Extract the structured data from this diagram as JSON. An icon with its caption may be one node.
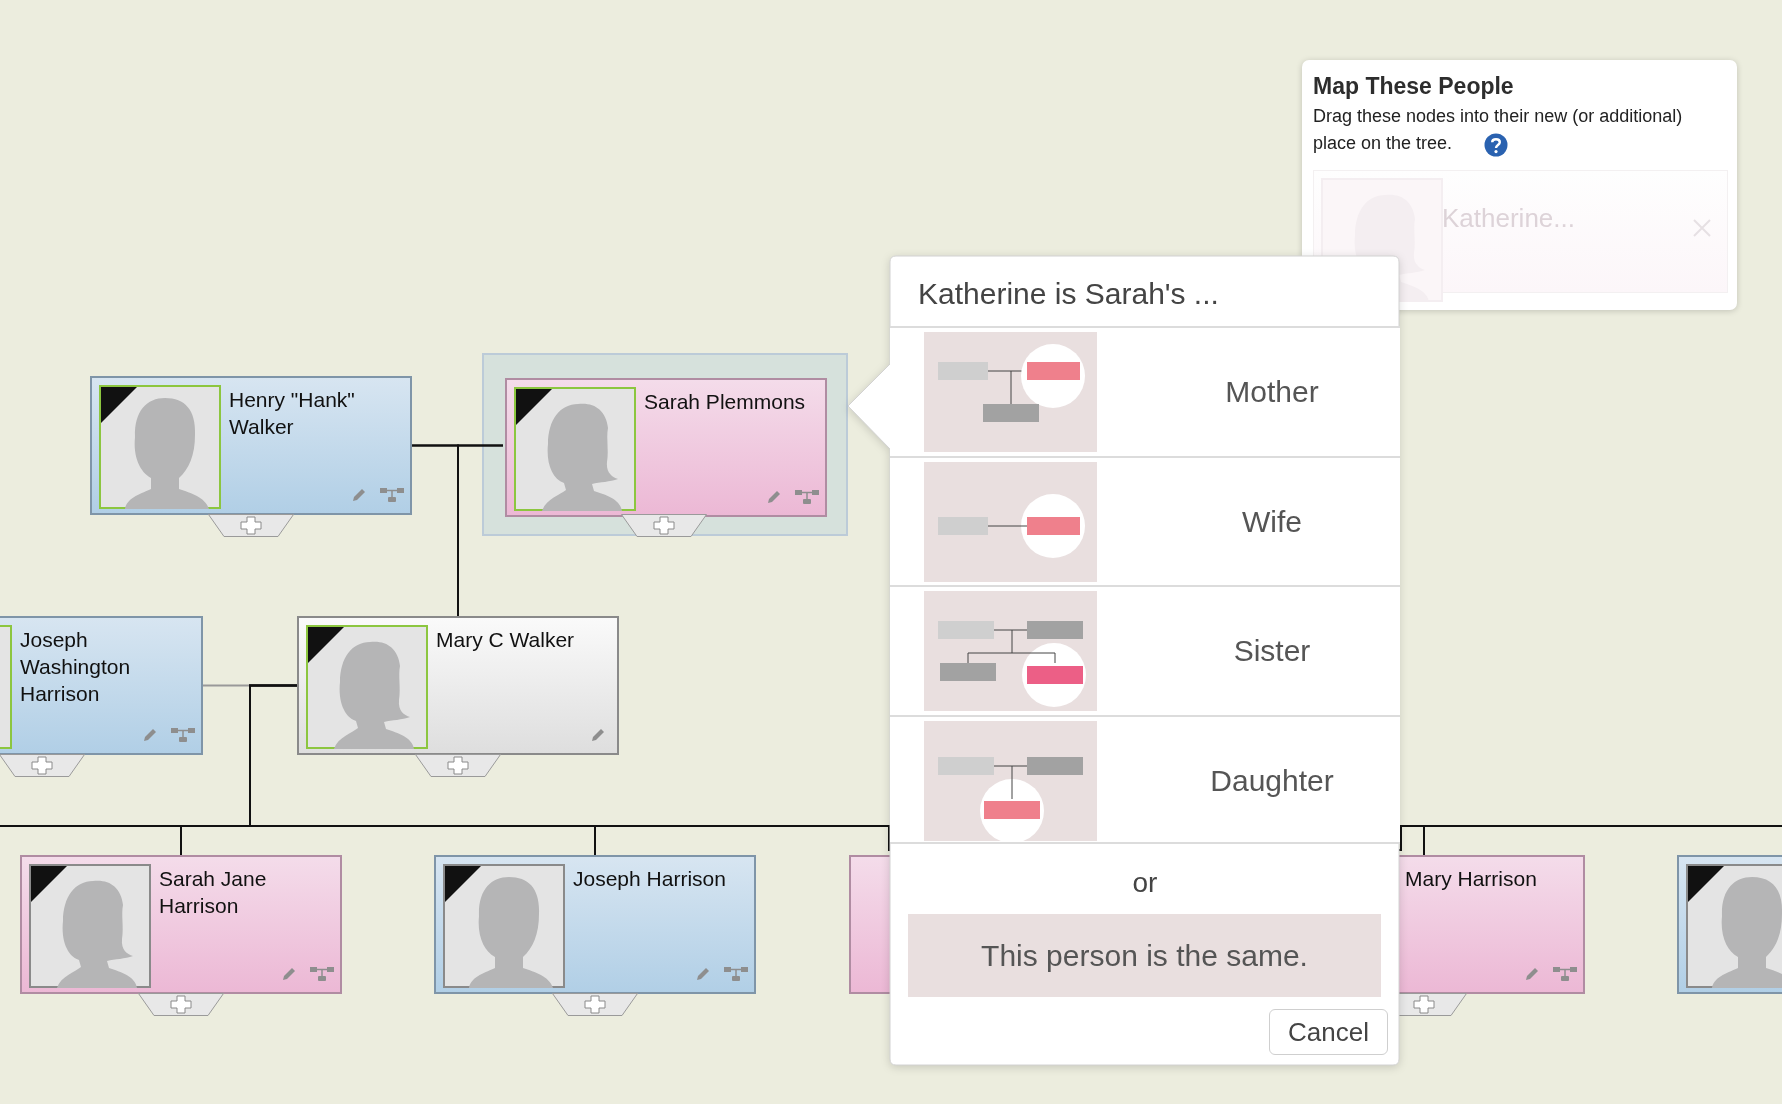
{
  "diagram": {
    "nodes": [
      {
        "text": [
          "Henry \"Hank\" Walker"
        ]
      },
      {
        "text": [],
        "shape": "box"
      },
      {
        "text": [
          "Sarah Plemmons"
        ],
        "in": 1
      },
      {
        "text": [
          "Joseph Washington Harrison"
        ]
      },
      {
        "text": [
          "Mary C Walker"
        ]
      },
      {
        "text": [
          "Sarah Jane Harrison"
        ]
      },
      {
        "text": [
          "Joseph Harrison"
        ]
      },
      {
        "text": [],
        "shape": "box"
      },
      {
        "text": [
          "Mary Harrison"
        ]
      },
      {
        "text": [],
        "shape": "box"
      },
      {
        "text": [
          "Map These People",
          "Drag these nodes into their new (or additional) place on the tree."
        ]
      },
      {
        "text": [
          "Katherine..."
        ],
        "in": 10
      },
      {
        "text": [
          "Katherine is Sarah's ...",
          "or"
        ]
      },
      {
        "text": [
          "Mother"
        ],
        "in": 12
      },
      {
        "text": [
          "Wife"
        ],
        "in": 12
      },
      {
        "text": [
          "Sister"
        ],
        "in": 12
      },
      {
        "text": [
          "Daughter"
        ],
        "in": 12
      },
      {
        "text": [
          "This person is the same."
        ],
        "in": 12
      },
      {
        "text": [
          "Cancel"
        ],
        "in": 12
      }
    ],
    "edges": [
      {
        "from": 0,
        "to": 2,
        "arrow": "none"
      },
      {
        "from": 0,
        "to": 4,
        "arrow": "none"
      },
      {
        "from": 2,
        "to": 4,
        "arrow": "none"
      },
      {
        "from": 3,
        "to": 4,
        "arrow": "none",
        "color": "#999999"
      },
      {
        "from": 4,
        "to": 5,
        "arrow": "none"
      },
      {
        "from": 4,
        "to": 6,
        "arrow": "none"
      },
      {
        "from": 4,
        "to": 8,
        "arrow": "none"
      }
    ]
  }
}
